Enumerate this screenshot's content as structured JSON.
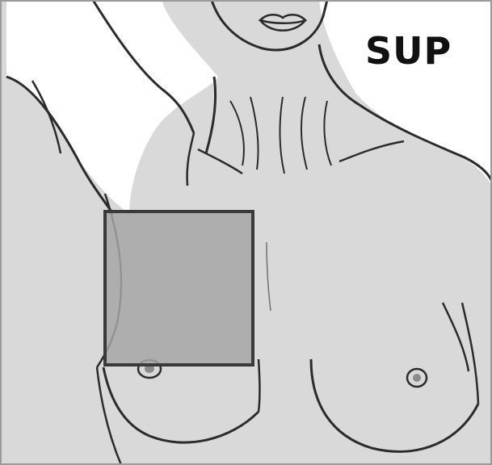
{
  "orientation_label": "SUP",
  "colors": {
    "background": "#ffffff",
    "skin": "#d9d9d9",
    "outline": "#2b2b2b",
    "region_fill": "#a6a6a6",
    "region_stroke": "#3a3a3a",
    "label_text": "#111111"
  },
  "icons": [
    "female-torso-outline",
    "highlighted-region-square"
  ]
}
